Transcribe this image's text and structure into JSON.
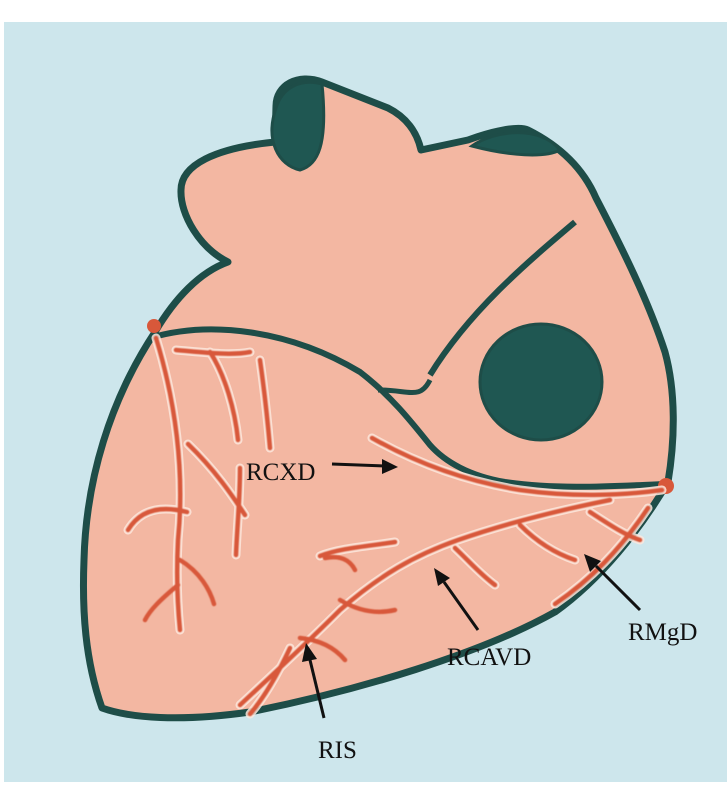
{
  "labels": {
    "rcxd": "RCXD",
    "rcavd": "RCAVD",
    "rmgd": "RMgD",
    "ris": "RIS"
  },
  "colors": {
    "panel_background": "#cde6ec",
    "heart_fill": "#f3b7a2",
    "outline": "#1e4d48",
    "vessel": "#d8583a",
    "vessel_highlight": "#fde9df",
    "cavity": "#1f5752"
  }
}
